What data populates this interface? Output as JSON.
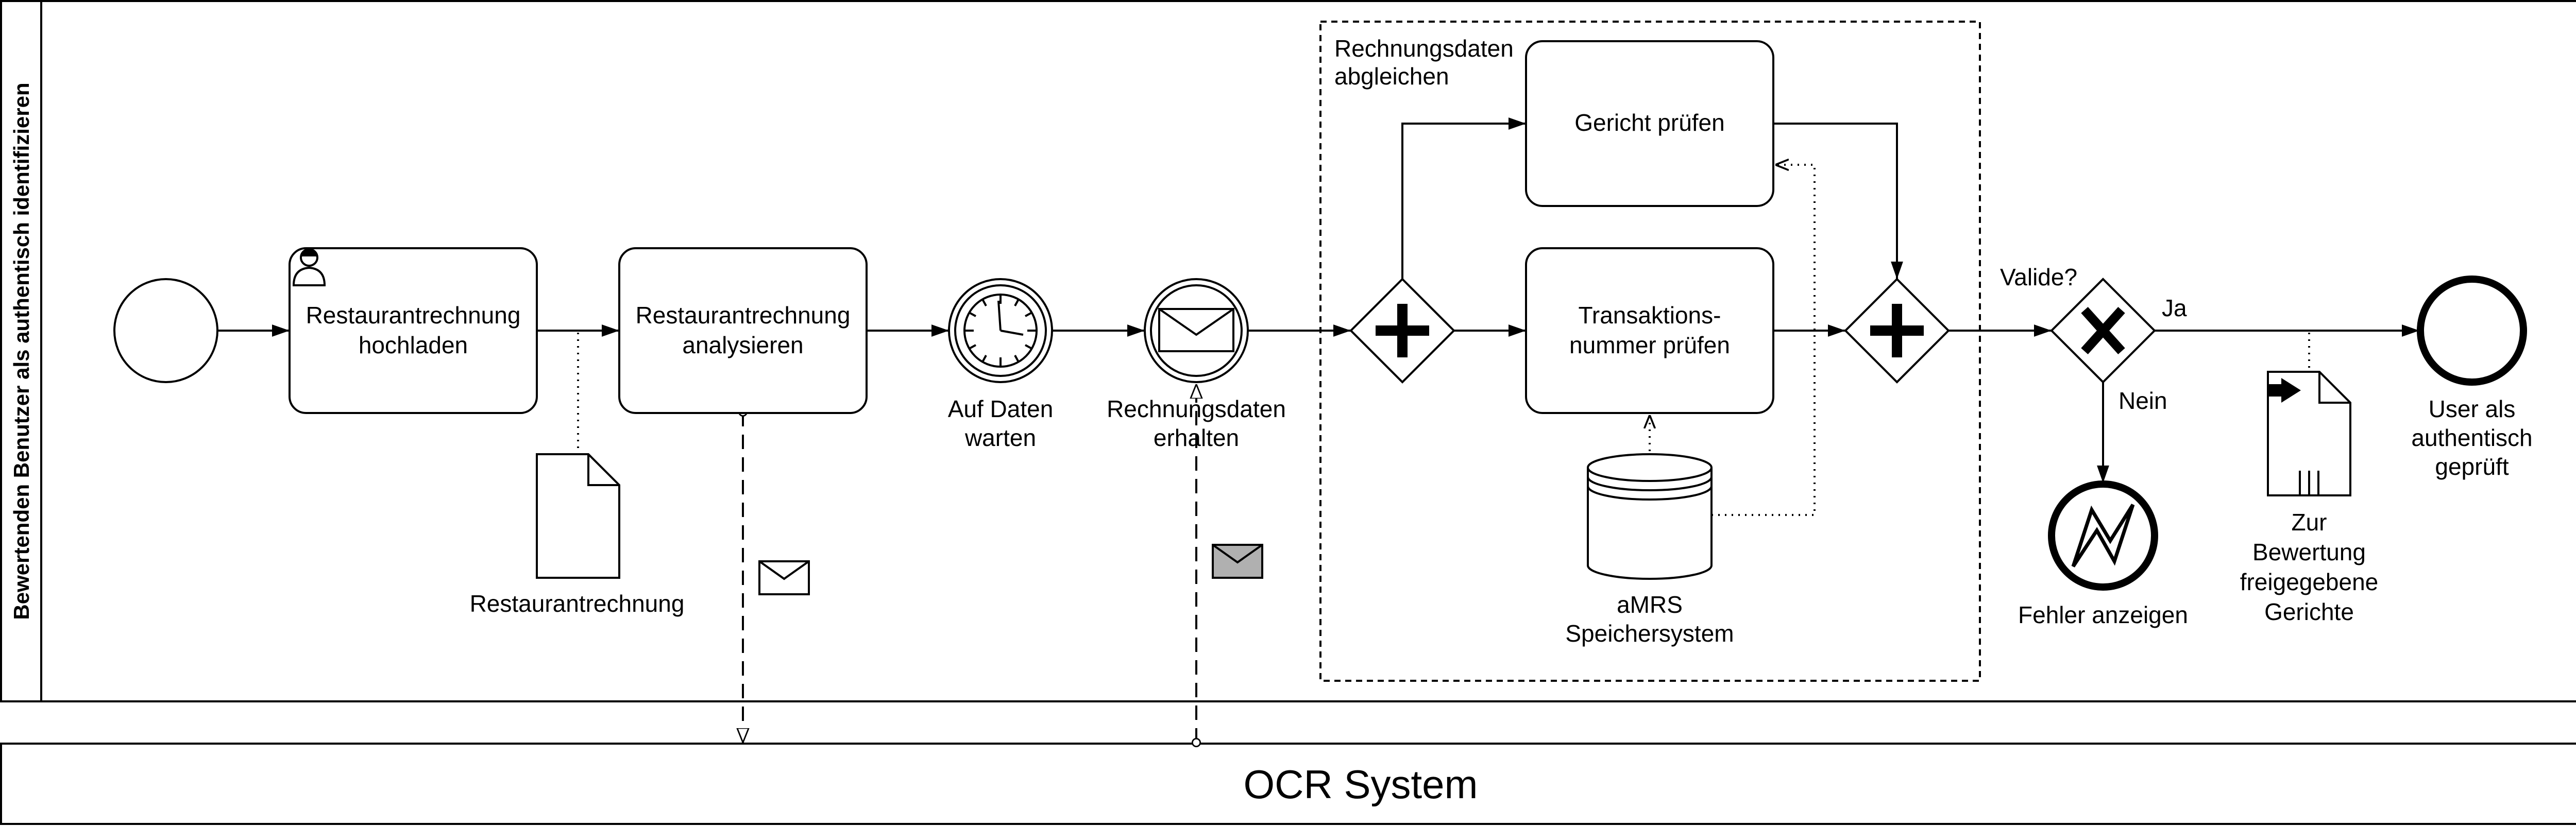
{
  "pool_main": {
    "lane_label": "Bewertenden Benutzer als authentisch identifizieren"
  },
  "pool_ocr": {
    "label": "OCR System"
  },
  "tasks": {
    "upload": {
      "line1": "Restaurantrechnung",
      "line2": "hochladen"
    },
    "analyze": {
      "line1": "Restaurantrechnung",
      "line2": "analysieren"
    },
    "dish": {
      "line1": "Gericht prüfen"
    },
    "transaction": {
      "line1": "Transaktions-",
      "line2": "nummer prüfen"
    }
  },
  "events": {
    "timer": {
      "line1": "Auf Daten",
      "line2": "warten"
    },
    "message": {
      "line1": "Rechnungsdaten",
      "line2": "erhalten"
    },
    "error": {
      "line1": "Fehler anzeigen"
    },
    "end": {
      "line1": "User als",
      "line2": "authentisch",
      "line3": "geprüft"
    }
  },
  "subprocess": {
    "line1": "Rechnungsdaten",
    "line2": "abgleichen"
  },
  "data_objects": {
    "invoice": {
      "label": "Restaurantrechnung"
    },
    "approved": {
      "line1": "Zur",
      "line2": "Bewertung",
      "line3": "freigegebene",
      "line4": "Gerichte"
    }
  },
  "datastore": {
    "line1": "aMRS",
    "line2": "Speichersystem"
  },
  "gateway": {
    "question": "Valide?",
    "yes": "Ja",
    "no": "Nein"
  }
}
